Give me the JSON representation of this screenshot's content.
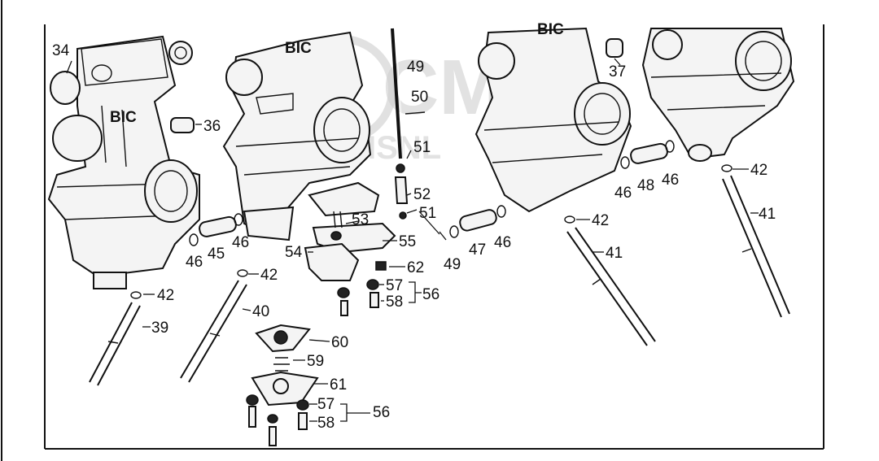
{
  "diagram": {
    "watermark": "CMS",
    "watermark_sub": "CMSNL",
    "brand_mark": "BIC",
    "callouts": [
      {
        "id": "34",
        "text": "34"
      },
      {
        "id": "36",
        "text": "36"
      },
      {
        "id": "37",
        "text": "37"
      },
      {
        "id": "39",
        "text": "39"
      },
      {
        "id": "40",
        "text": "40"
      },
      {
        "id": "41a",
        "text": "41"
      },
      {
        "id": "41b",
        "text": "41"
      },
      {
        "id": "42a",
        "text": "42"
      },
      {
        "id": "42b",
        "text": "42"
      },
      {
        "id": "42c",
        "text": "42"
      },
      {
        "id": "42d",
        "text": "42"
      },
      {
        "id": "45",
        "text": "45"
      },
      {
        "id": "46a",
        "text": "46"
      },
      {
        "id": "46b",
        "text": "46"
      },
      {
        "id": "46c",
        "text": "46"
      },
      {
        "id": "46d",
        "text": "46"
      },
      {
        "id": "46e",
        "text": "46"
      },
      {
        "id": "47",
        "text": "47"
      },
      {
        "id": "48",
        "text": "48"
      },
      {
        "id": "49a",
        "text": "49"
      },
      {
        "id": "49b",
        "text": "49"
      },
      {
        "id": "50",
        "text": "50"
      },
      {
        "id": "51a",
        "text": "51"
      },
      {
        "id": "51b",
        "text": "51"
      },
      {
        "id": "52",
        "text": "52"
      },
      {
        "id": "53",
        "text": "53"
      },
      {
        "id": "54",
        "text": "54"
      },
      {
        "id": "55",
        "text": "55"
      },
      {
        "id": "56a",
        "text": "56"
      },
      {
        "id": "56b",
        "text": "56"
      },
      {
        "id": "57a",
        "text": "57"
      },
      {
        "id": "57b",
        "text": "57"
      },
      {
        "id": "58a",
        "text": "58"
      },
      {
        "id": "58b",
        "text": "58"
      },
      {
        "id": "59",
        "text": "59"
      },
      {
        "id": "60",
        "text": "60"
      },
      {
        "id": "61",
        "text": "61"
      },
      {
        "id": "62",
        "text": "62"
      }
    ]
  }
}
